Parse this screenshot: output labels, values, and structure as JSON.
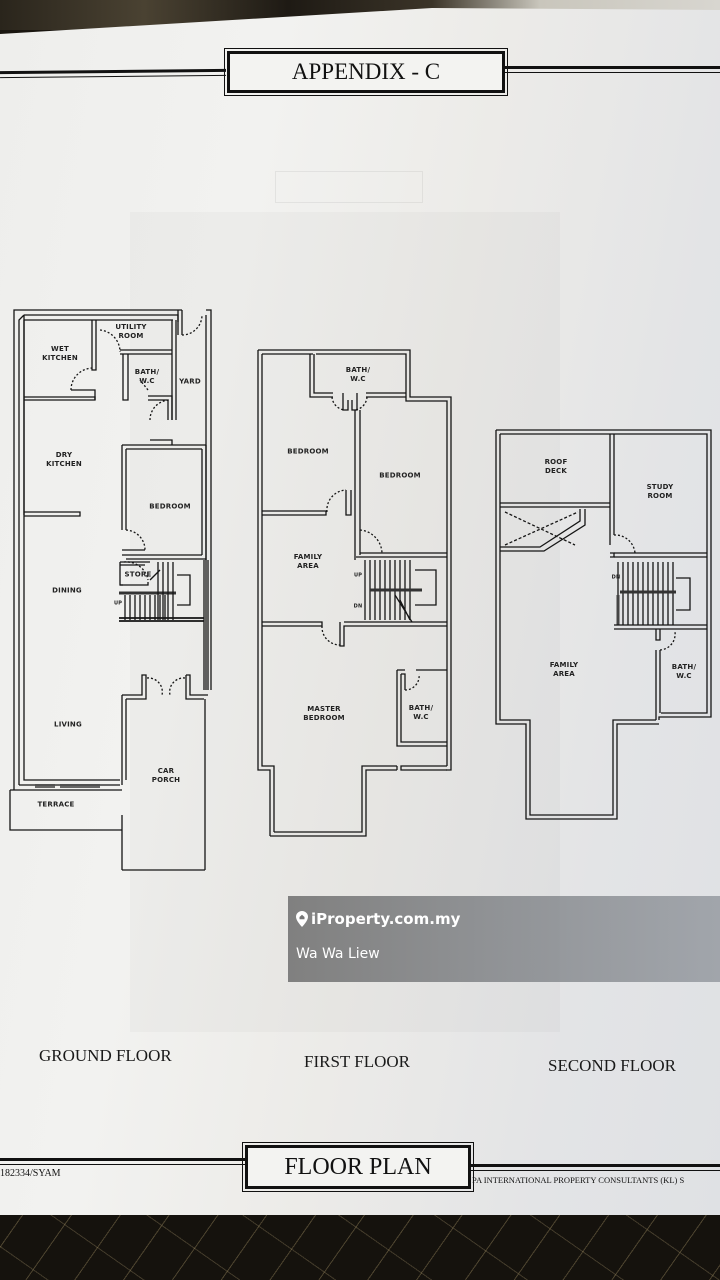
{
  "document": {
    "header_title": "APPENDIX - C",
    "footer_title": "FLOOR PLAN",
    "footer_ref": "182334/SYAM",
    "footer_company": "PA INTERNATIONAL PROPERTY CONSULTANTS (KL) S"
  },
  "floors": [
    {
      "caption": "GROUND FLOOR",
      "rooms": [
        {
          "label": "WET\nKITCHEN"
        },
        {
          "label": "UTILITY\nROOM"
        },
        {
          "label": "BATH/\nW.C"
        },
        {
          "label": "YARD"
        },
        {
          "label": "DRY\nKITCHEN"
        },
        {
          "label": "BEDROOM"
        },
        {
          "label": "STORE"
        },
        {
          "label": "DINING"
        },
        {
          "label": "LIVING"
        },
        {
          "label": "CAR\nPORCH"
        },
        {
          "label": "TERRACE"
        }
      ],
      "stair_label": "UP"
    },
    {
      "caption": "FIRST FLOOR",
      "rooms": [
        {
          "label": "BATH/\nW.C"
        },
        {
          "label": "BEDROOM"
        },
        {
          "label": "BEDROOM"
        },
        {
          "label": "FAMILY\nAREA"
        },
        {
          "label": "MASTER\nBEDROOM"
        },
        {
          "label": "BATH/\nW.C"
        }
      ],
      "stair_labels": [
        "UP",
        "DN"
      ]
    },
    {
      "caption": "SECOND FLOOR",
      "rooms": [
        {
          "label": "ROOF\nDECK"
        },
        {
          "label": "STUDY\nROOM"
        },
        {
          "label": "FAMILY\nAREA"
        },
        {
          "label": "BATH/\nW.C"
        }
      ],
      "stair_label": "DN"
    }
  ],
  "watermark": {
    "icon": "location-pin-icon",
    "brand": "iProperty.com.my",
    "agent": "Wa Wa Liew"
  }
}
